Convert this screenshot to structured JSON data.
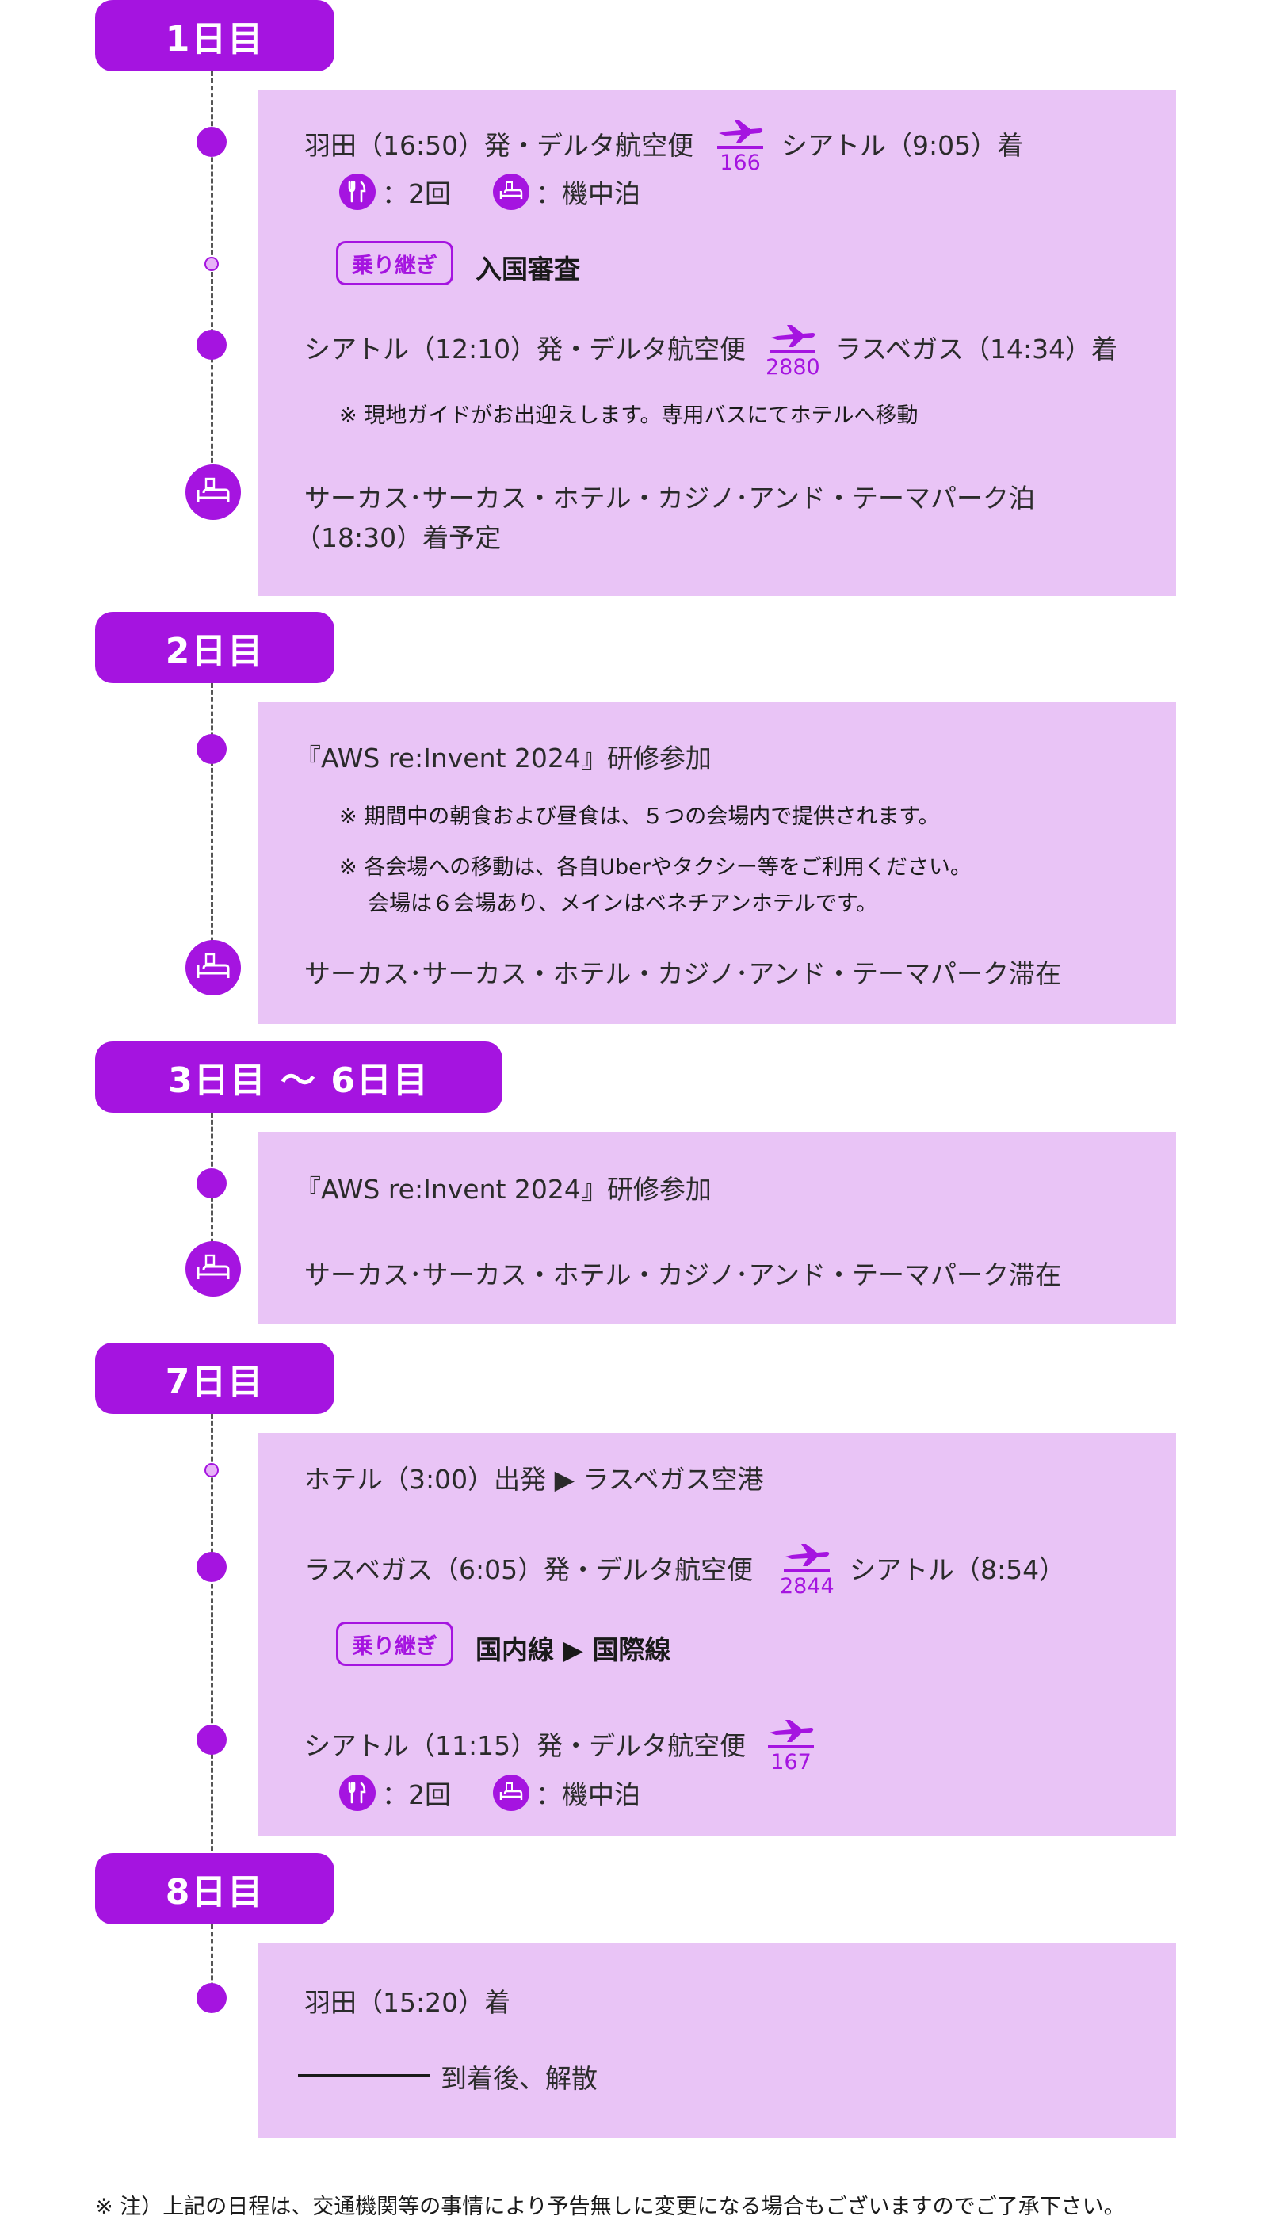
{
  "colors": {
    "accent": "#a514e0",
    "panel": "#e9c4f6",
    "text": "#2b2b2b"
  },
  "days": {
    "d1": {
      "label": "1日目",
      "flight1": {
        "text_dep": "羽田（16:50）発・デルタ航空便",
        "number": "166",
        "text_arr": "シアトル（9:05）着"
      },
      "meal1": {
        "meals": "：2回",
        "sleep": "：機中泊"
      },
      "transfer": {
        "badge": "乗り継ぎ",
        "text": "入国審査"
      },
      "flight2": {
        "text_dep": "シアトル（12:10）発・デルタ航空便",
        "number": "2880",
        "text_arr": "ラスベガス（14:34）着"
      },
      "note": "※ 現地ガイドがお出迎えします。専用バスにてホテルへ移動",
      "hotel": "サーカス･サーカス・ホテル・カジノ･アンド・テーマパーク泊",
      "hotel_time": "（18:30）着予定"
    },
    "d2": {
      "label": "2日目",
      "event": "『AWS re:Invent 2024』研修参加",
      "note1": "※ 期間中の朝食および昼食は、５つの会場内で提供されます。",
      "note2": "※ 各会場への移動は、各自Uberやタクシー等をご利用ください。",
      "note3": "会場は６会場あり、メインはベネチアンホテルです。",
      "hotel": "サーカス･サーカス・ホテル・カジノ･アンド・テーマパーク滞在"
    },
    "d3": {
      "label": "3日目 〜 6日目",
      "event": "『AWS re:Invent 2024』研修参加",
      "hotel": "サーカス･サーカス・ホテル・カジノ･アンド・テーマパーク滞在"
    },
    "d7": {
      "label": "7日目",
      "depart": "ホテル（3:00）出発 ▶ ラスベガス空港",
      "flight1": {
        "text_dep": "ラスベガス（6:05）発・デルタ航空便",
        "number": "2844",
        "text_arr": "シアトル（8:54）"
      },
      "transfer": {
        "badge": "乗り継ぎ",
        "text": "国内線 ▶ 国際線"
      },
      "flight2": {
        "text_dep": "シアトル（11:15）発・デルタ航空便",
        "number": "167"
      },
      "meal": {
        "meals": "：2回",
        "sleep": "：機中泊"
      }
    },
    "d8": {
      "label": "8日目",
      "arrive": "羽田（15:20）着",
      "end": "到着後、解散"
    }
  },
  "footer": "※ 注）上記の日程は、交通機関等の事情により予告無しに変更になる場合もございますのでご了承下さい。"
}
